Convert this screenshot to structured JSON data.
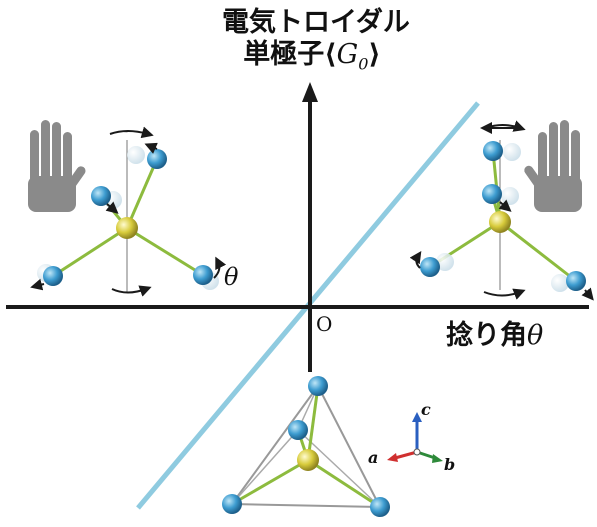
{
  "diagram": {
    "y_axis_label_line1": "電気トロイダル",
    "y_axis_label_line2": "単極子⟨",
    "y_axis_symbol": "G",
    "y_axis_subscript": "0",
    "y_axis_close": "⟩",
    "x_axis_label": "捻り角",
    "x_axis_symbol": "θ",
    "origin_label": "O",
    "rotation_label": "θ",
    "crystal_axes": {
      "a": "a",
      "b": "b",
      "c": "c"
    },
    "colors": {
      "axis": "#1a1a1a",
      "line": "#8fcbe0",
      "atom": "#3d9cd0",
      "center_atom": "#d8cc3c",
      "bond": "#8dbb3e",
      "hand": "#8a8a8a"
    },
    "icons": [
      "left-hand-icon",
      "right-hand-icon"
    ]
  }
}
